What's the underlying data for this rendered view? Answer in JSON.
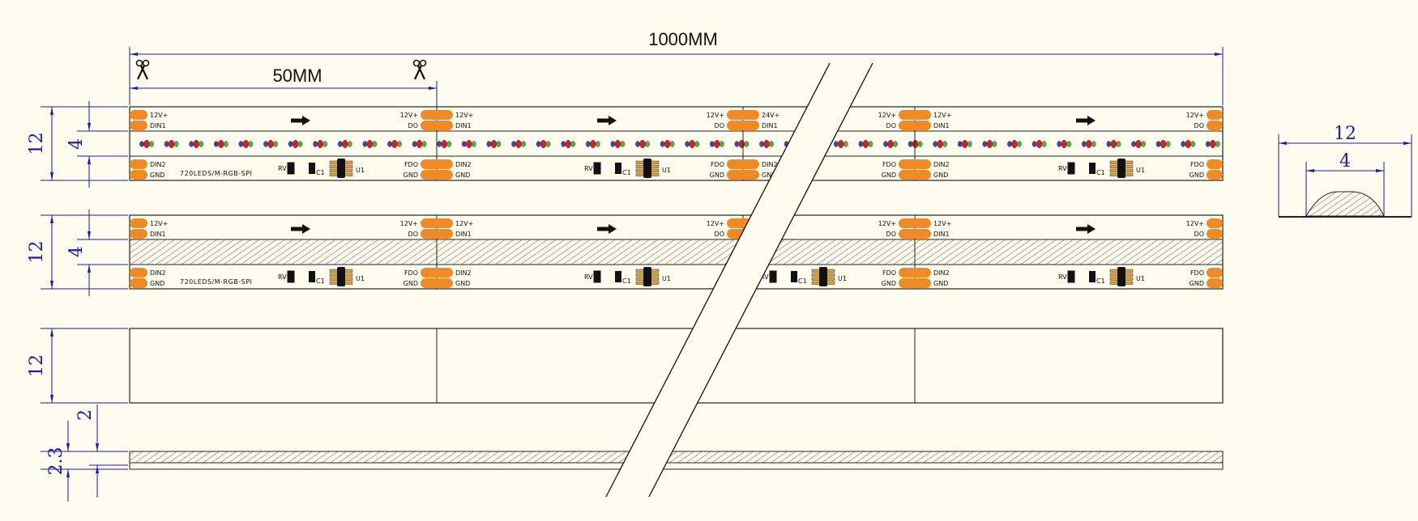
{
  "colors": {
    "background": "#fdfcef",
    "pad": "#f08a24",
    "dimension": "#1a1ab0",
    "outline": "#222222"
  },
  "dimensions": {
    "total_length": "1000MM",
    "cut_length": "50MM",
    "width": "12",
    "led_band": "4",
    "thickness_total": "2.3",
    "thickness_base": "2",
    "profile_width": "12",
    "profile_dome": "4"
  },
  "icons": {
    "cut": "scissors-icon",
    "direction": "arrow-right-icon"
  },
  "model_text": "720LEDS/M-RGB-SPI",
  "components": {
    "resistor": "RV",
    "capacitor": "C1",
    "chip": "U1"
  },
  "strips": [
    {
      "boundaries": [
        {
          "left": [],
          "right": [
            "12V+",
            "DIN1",
            "DIN2",
            "GND"
          ]
        },
        {
          "left": [
            "12V+",
            "DO",
            "FDO",
            "GND"
          ],
          "right": [
            "12V+",
            "DIN1",
            "DIN2",
            "GND"
          ]
        },
        {
          "left": [
            "12V+",
            "DO",
            "FDO",
            "GND"
          ],
          "right": [
            "24V+",
            "DIN1",
            "DIN2",
            "GND"
          ]
        },
        {
          "left": [
            "12V+",
            "DO",
            "FDO",
            "GND"
          ],
          "right": [
            "12V+",
            "DIN1",
            "DIN2",
            "GND"
          ]
        },
        {
          "left": [
            "12V+",
            "DO",
            "FDO",
            "GND"
          ],
          "right": []
        }
      ]
    },
    {
      "boundaries": [
        {
          "left": [],
          "right": [
            "12V+",
            "DIN1",
            "DIN2",
            "GND"
          ]
        },
        {
          "left": [
            "12V+",
            "DO",
            "FDO",
            "GND"
          ],
          "right": [
            "12V+",
            "DIN1",
            "DIN2",
            "GND"
          ]
        },
        {
          "left": [
            "12V+",
            "DO"
          ],
          "right": []
        },
        {
          "left": [
            "12V+",
            "DO",
            "FDO",
            "GND"
          ],
          "right": [
            "12V+",
            "DIN1",
            "DIN2",
            "GND"
          ]
        },
        {
          "left": [
            "12V+",
            "DO",
            "FDO",
            "GND"
          ],
          "right": []
        }
      ]
    }
  ]
}
